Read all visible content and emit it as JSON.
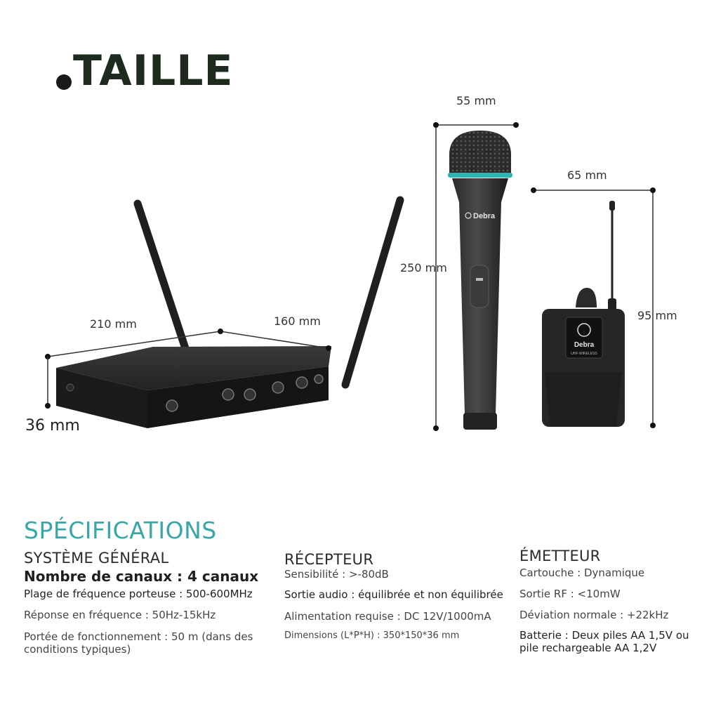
{
  "header": {
    "title": "TAILLE"
  },
  "dimensions": {
    "receiver_width": "210 mm",
    "receiver_depth": "160 mm",
    "receiver_height": "36 mm",
    "mic_width": "55 mm",
    "mic_height": "250 mm",
    "bodypack_width": "65 mm",
    "bodypack_height": "95 mm"
  },
  "product_text": {
    "mic_brand": "Debra",
    "bodypack_brand": "Debra",
    "bodypack_sub": "UHF WIRELESS"
  },
  "specs": {
    "title": "SPÉCIFICATIONS",
    "general": {
      "heading": "SYSTÈME GÉNÉRAL",
      "channels": "Nombre de canaux : 4 canaux",
      "carrier": "Plage de fréquence porteuse : 500-600MHz",
      "response": "Réponse en fréquence : 50Hz-15kHz",
      "range": "Portée de fonctionnement : 50 m (dans des conditions typiques)"
    },
    "receiver": {
      "heading": "RÉCEPTEUR",
      "sensitivity": "Sensibilité : >-80dB",
      "output": "Sortie audio : équilibrée et non équilibrée",
      "power": "Alimentation requise : DC 12V/1000mA",
      "dimensions": "Dimensions (L*P*H) : 350*150*36 mm"
    },
    "transmitter": {
      "heading": "ÉMETTEUR",
      "cartridge": "Cartouche : Dynamique",
      "rf_output": "Sortie RF : <10mW",
      "deviation": "Déviation normale : +22kHz",
      "battery": "Batterie : Deux piles AA 1,5V ou pile rechargeable AA 1,2V"
    }
  }
}
